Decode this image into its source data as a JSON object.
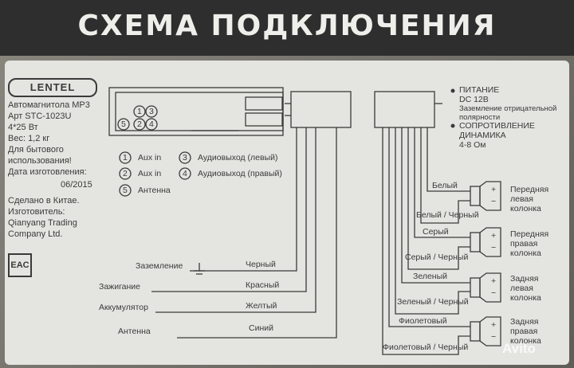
{
  "title": "СХЕМА ПОДКЛЮЧЕНИЯ",
  "brand": "LENTEL",
  "info": {
    "line1": "Автомагнитола MP3",
    "line2": "Арт  STC-1023U",
    "line3": "4*25 Вт",
    "line4": "Вес: 1,2 кг",
    "line5": "Для бытового",
    "line6": "использования!",
    "line7": "Дата изготовления:",
    "line8": "06/2015",
    "line9": "Сделано в Китае.",
    "line10": "Изготовитель:",
    "line11": "Qianyang Trading",
    "line12": "Company Ltd."
  },
  "eac": "EAC",
  "legend": {
    "n1": "1",
    "l1": "Aux in",
    "n2": "2",
    "l2": "Aux in",
    "n3": "3",
    "l3": "Аудиовыход (левый)",
    "n4": "4",
    "l4": "Аудиовыход (правый)",
    "n5": "5",
    "l5": "Антенна"
  },
  "panel_numbers": {
    "a": "1",
    "b": "3",
    "c": "5",
    "d": "2",
    "e": "4"
  },
  "specs": {
    "p1": "ПИТАНИЕ",
    "p2": "DC 12В",
    "p3": "Заземление отрицательной",
    "p4": "полярности",
    "r1": "СОПРОТИВЛЕНИЕ",
    "r2": "ДИНАМИКА",
    "r3": "4-8 Ом"
  },
  "left_wires": {
    "ground": "Заземление",
    "ground_color": "Черный",
    "ignition": "Зажигание",
    "ignition_color": "Красный",
    "battery": "Аккумулятор",
    "battery_color": "Желтый",
    "antenna": "Антенна",
    "antenna_color": "Синий"
  },
  "speaker_wires": {
    "w1": "Белый",
    "w2": "Белый / Черный",
    "w3": "Серый",
    "w4": "Серый / Черный",
    "w5": "Зеленый",
    "w6": "Зеленый / Черный",
    "w7": "Фиолетовый",
    "w8": "Фиолетовый / Черный"
  },
  "speakers": {
    "s1a": "Передняя",
    "s1b": "левая",
    "s1c": "колонка",
    "s2a": "Передняя",
    "s2b": "правая",
    "s2c": "колонка",
    "s3a": "Задняя",
    "s3b": "левая",
    "s3c": "колонка",
    "s4a": "Задняя",
    "s4b": "правая",
    "s4c": "колонка"
  },
  "polarity": {
    "plus": "+",
    "minus": "−"
  },
  "watermark": "Avito"
}
